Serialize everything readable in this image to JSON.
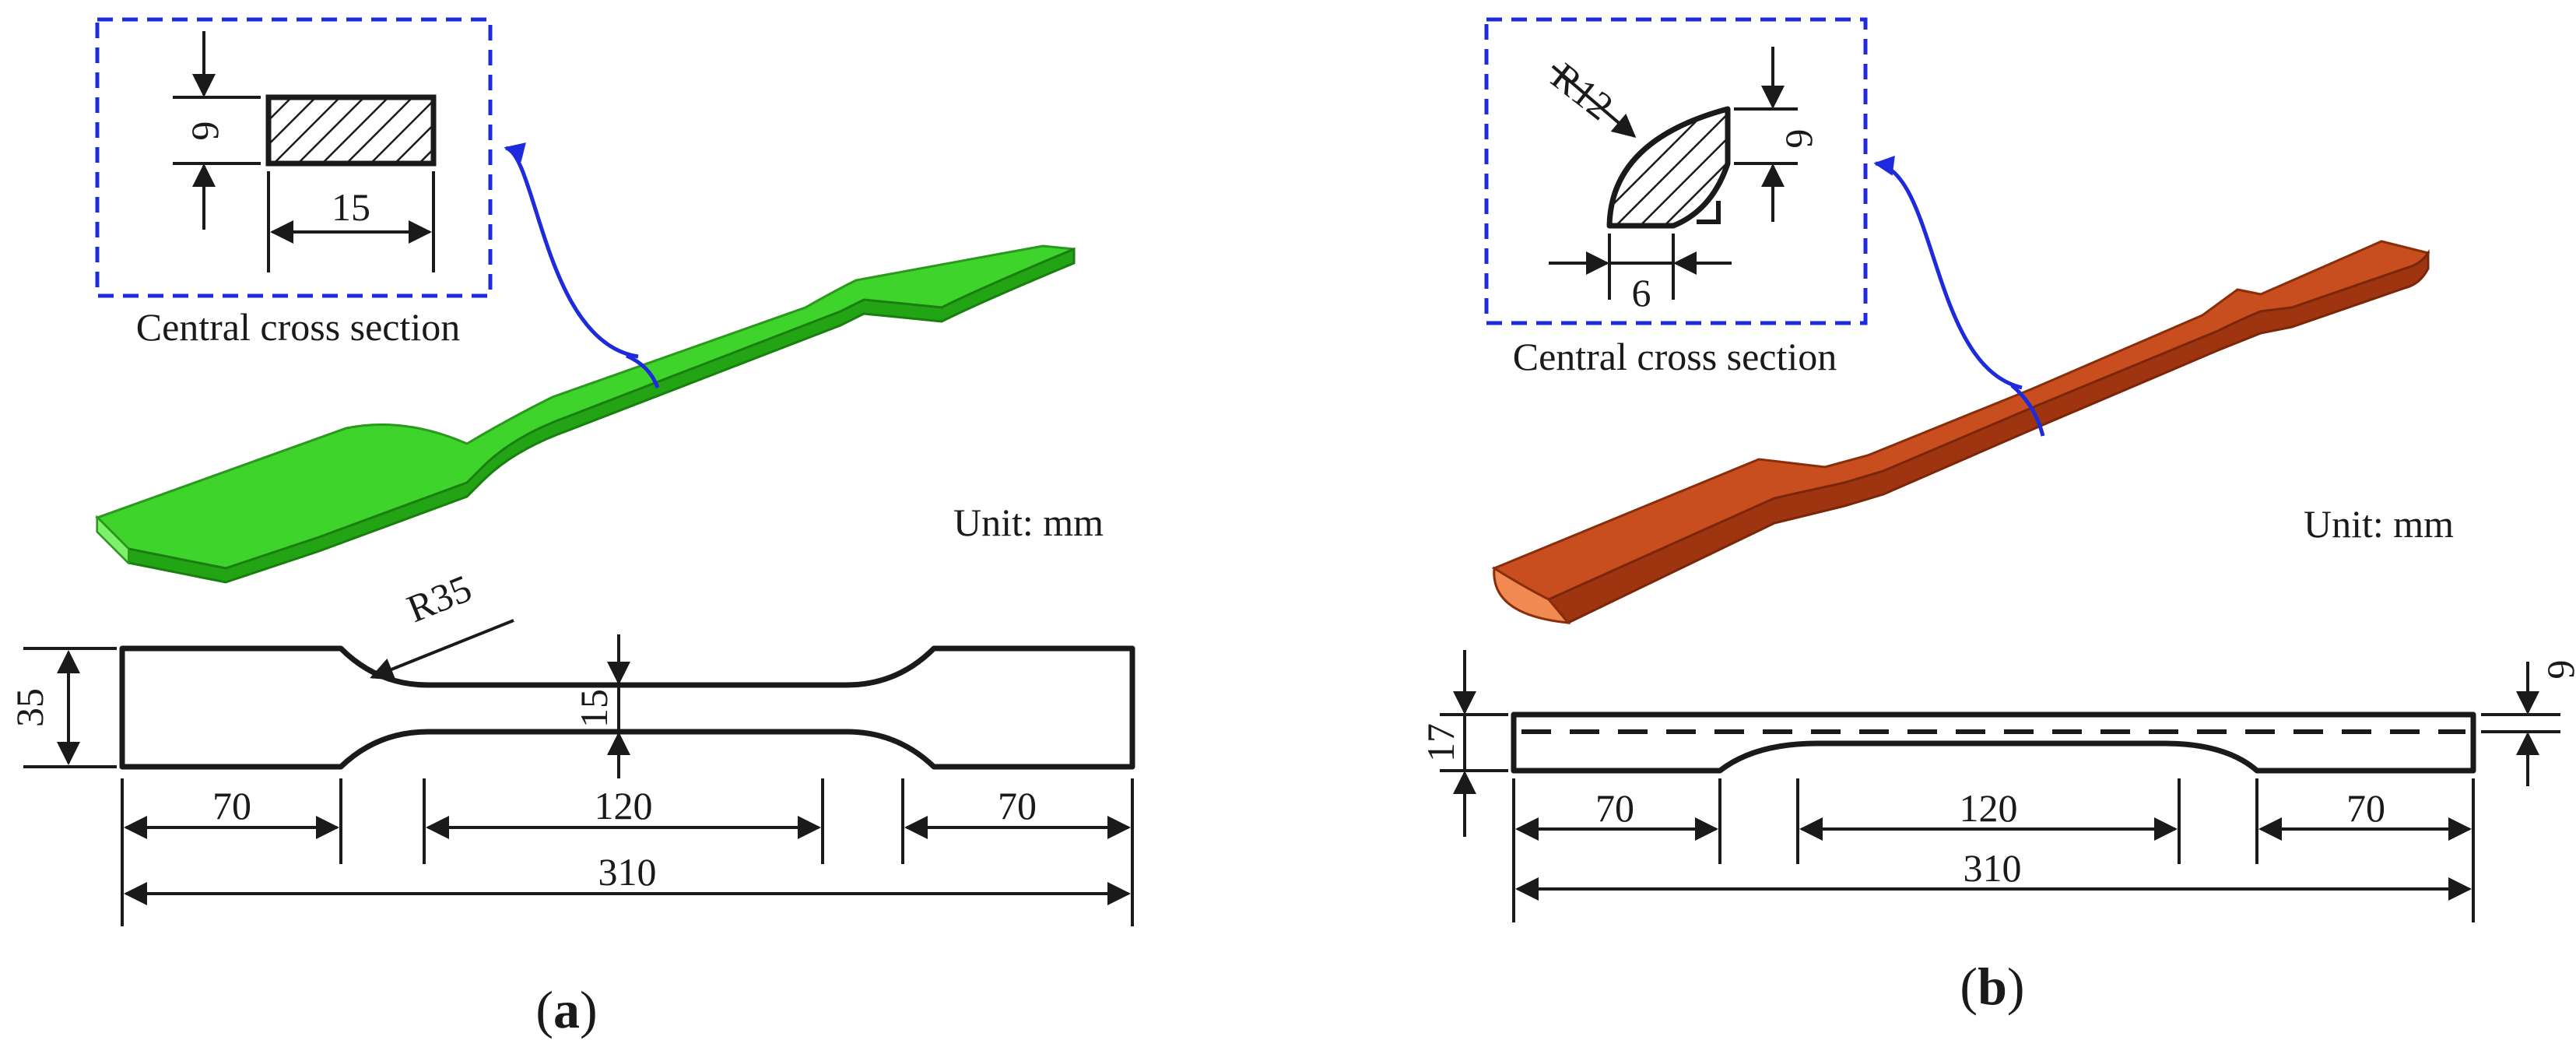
{
  "colors": {
    "specimen_a_top": "#3fd42c",
    "specimen_a_side": "#22a414",
    "specimen_b_top": "#c84e1f",
    "specimen_b_side": "#9e3510",
    "specimen_b_end": "#f08a52",
    "annotation_blue": "#1e2bdc",
    "line_black": "#1a1a1a"
  },
  "panel_a": {
    "label_open": "(",
    "label_letter": "a",
    "label_close": ")",
    "unit_text": "Unit: mm",
    "cross_section": {
      "caption": "Central cross section",
      "thickness": "6",
      "width": "15"
    },
    "drawing": {
      "radius": "R35",
      "grip_width": "35",
      "gauge_width": "15",
      "left_length": "70",
      "middle_length": "120",
      "right_length": "70",
      "total_length": "310"
    }
  },
  "panel_b": {
    "label_open": "(",
    "label_letter": "b",
    "label_close": ")",
    "unit_text": "Unit: mm",
    "cross_section": {
      "caption": "Central cross section",
      "radius": "R12",
      "height": "6",
      "width": "6"
    },
    "drawing": {
      "overall_height": "17",
      "dashed_offset": "6",
      "left_length": "70",
      "middle_length": "120",
      "right_length": "70",
      "total_length": "310"
    }
  }
}
